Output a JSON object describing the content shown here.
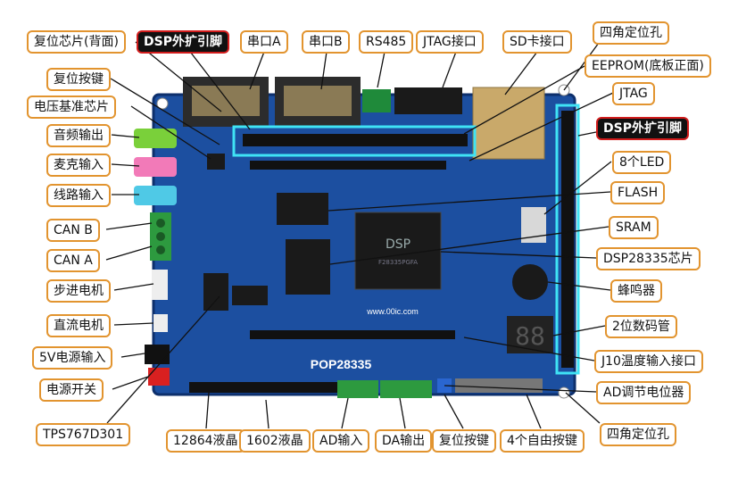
{
  "colors": {
    "board": "#1c4fa0",
    "board_dark": "#0d2f6c",
    "label_border": "#e2942f",
    "highlight": "#3fe3f5",
    "red_border": "#d21c1c"
  },
  "board": {
    "silkscreen_title": "POP28335",
    "website": "www.00ic.com",
    "chip_text": "DSP",
    "chip_part": "F28335PGFA"
  },
  "labels": [
    {
      "id": "reset-chip-back",
      "text": "复位芯片(背面)"
    },
    {
      "id": "dsp-ext-pins-top",
      "text": "DSP外扩引脚"
    },
    {
      "id": "serial-a",
      "text": "串口A"
    },
    {
      "id": "serial-b",
      "text": "串口B"
    },
    {
      "id": "rs485",
      "text": "RS485"
    },
    {
      "id": "jtag-port",
      "text": "JTAG接口"
    },
    {
      "id": "sd-card",
      "text": "SD卡接口"
    },
    {
      "id": "corner-hole-top",
      "text": "四角定位孔"
    },
    {
      "id": "reset-button",
      "text": "复位按键"
    },
    {
      "id": "eeprom",
      "text": "EEPROM(底板正面)"
    },
    {
      "id": "voltage-ref",
      "text": "电压基准芯片"
    },
    {
      "id": "jtag",
      "text": "JTAG"
    },
    {
      "id": "audio-out",
      "text": "音频输出"
    },
    {
      "id": "dsp-ext-pins-right",
      "text": "DSP外扩引脚"
    },
    {
      "id": "mic-in",
      "text": "麦克输入"
    },
    {
      "id": "leds",
      "text": "8个LED"
    },
    {
      "id": "line-in",
      "text": "线路输入"
    },
    {
      "id": "flash",
      "text": "FLASH"
    },
    {
      "id": "can-b",
      "text": "CAN B"
    },
    {
      "id": "sram",
      "text": "SRAM"
    },
    {
      "id": "can-a",
      "text": "CAN A"
    },
    {
      "id": "dsp-chip",
      "text": "DSP28335芯片"
    },
    {
      "id": "stepper",
      "text": "步进电机"
    },
    {
      "id": "buzzer",
      "text": "蜂鸣器"
    },
    {
      "id": "dc-motor",
      "text": "直流电机"
    },
    {
      "id": "seven-seg",
      "text": "2位数码管"
    },
    {
      "id": "power-in",
      "text": "5V电源输入"
    },
    {
      "id": "temp-in",
      "text": "J10温度输入接口"
    },
    {
      "id": "power-switch",
      "text": "电源开关"
    },
    {
      "id": "ad-pot",
      "text": "AD调节电位器"
    },
    {
      "id": "tps",
      "text": "TPS767D301"
    },
    {
      "id": "lcd12864",
      "text": "12864液晶"
    },
    {
      "id": "lcd1602",
      "text": "1602液晶"
    },
    {
      "id": "ad-in",
      "text": "AD输入"
    },
    {
      "id": "da-out",
      "text": "DA输出"
    },
    {
      "id": "reset-key",
      "text": "复位按键"
    },
    {
      "id": "free-keys",
      "text": "4个自由按键"
    },
    {
      "id": "corner-hole-bottom",
      "text": "四角定位孔"
    }
  ]
}
